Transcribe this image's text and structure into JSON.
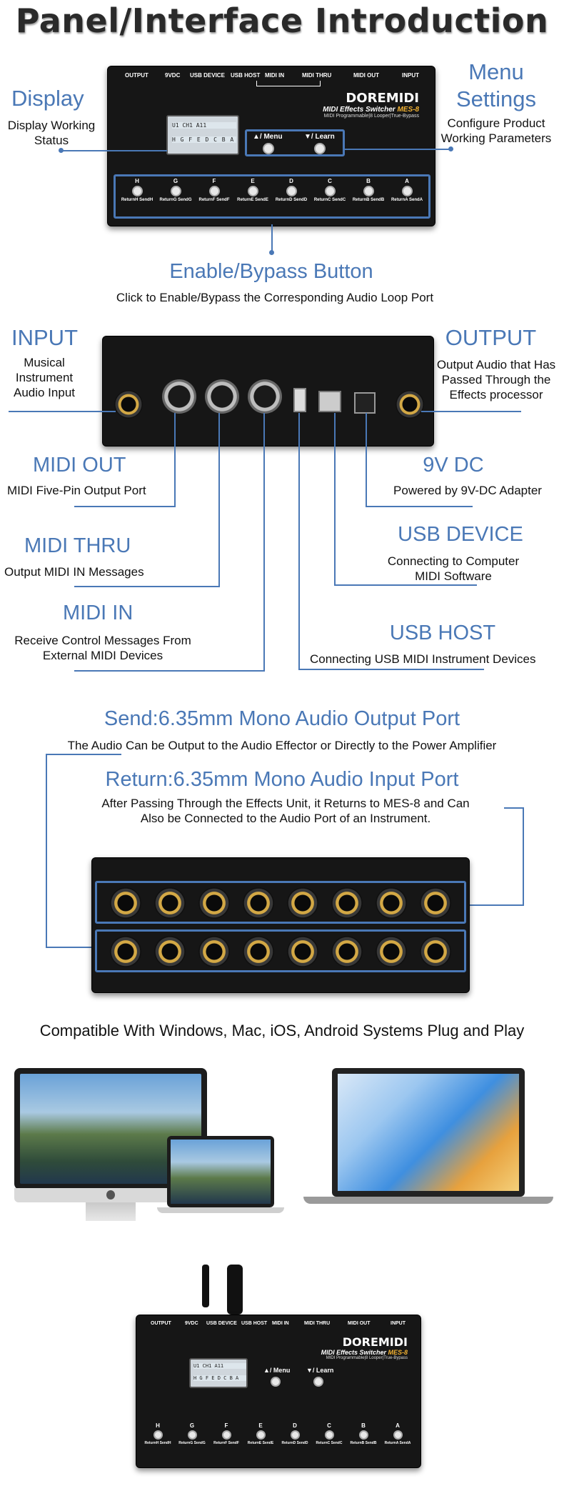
{
  "title": "Panel/Interface Introduction",
  "top_panel": {
    "ports": [
      "OUTPUT",
      "9VDC",
      "USB DEVICE",
      "USB HOST",
      "MIDI IN",
      "MIDI THRU",
      "MIDI OUT",
      "INPUT"
    ],
    "brand_logo": "DOREMIDI",
    "product_name": "MIDI Effects Switcher",
    "model": "MES-8",
    "features": "MIDI Programmable|8 Looper|True-Bypass",
    "screen_line1": "U1   CH1 A11",
    "screen_line2": "H G F E D C B A",
    "menu_label": "▲/ Menu",
    "learn_label": "▼/ Learn",
    "channels": [
      {
        "letter": "H",
        "label": "ReturnH SendH"
      },
      {
        "letter": "G",
        "label": "ReturnG SendG"
      },
      {
        "letter": "F",
        "label": "ReturnF SendF"
      },
      {
        "letter": "E",
        "label": "ReturnE SendE"
      },
      {
        "letter": "D",
        "label": "ReturnD SendD"
      },
      {
        "letter": "C",
        "label": "ReturnC SendC"
      },
      {
        "letter": "B",
        "label": "ReturnB SendB"
      },
      {
        "letter": "A",
        "label": "ReturnA SendA"
      }
    ]
  },
  "callouts": {
    "display_title": "Display",
    "display_desc": "Display Working Status",
    "menu_title": "Menu Settings",
    "menu_desc": "Configure Product Working Parameters",
    "bypass_title": "Enable/Bypass Button",
    "bypass_desc": "Click to Enable/Bypass the Corresponding Audio Loop Port"
  },
  "rear": {
    "input_title": "INPUT",
    "input_desc": "Musical Instrument Audio Input",
    "output_title": "OUTPUT",
    "output_desc": "Output Audio that Has Passed Through the Effects processor",
    "midi_out_title": "MIDI OUT",
    "midi_out_desc": "MIDI Five-Pin Output Port",
    "dc_title": "9V DC",
    "dc_desc": "Powered by 9V-DC Adapter",
    "midi_thru_title": "MIDI THRU",
    "midi_thru_desc": "Output MIDI IN Messages",
    "usb_device_title": "USB DEVICE",
    "usb_device_desc": "Connecting to Computer MIDI Software",
    "midi_in_title": "MIDI IN",
    "midi_in_desc": "Receive Control Messages From External MIDI Devices",
    "usb_host_title": "USB HOST",
    "usb_host_desc": "Connecting USB MIDI Instrument Devices"
  },
  "loops": {
    "send_title": "Send:6.35mm Mono Audio Output Port",
    "send_desc": "The Audio Can be Output to the Audio Effector or Directly to the Power Amplifier",
    "return_title": "Return:6.35mm Mono Audio Input Port",
    "return_desc": "After Passing Through the Effects Unit, it Returns to MES-8 and Can Also be Connected to the Audio Port of an Instrument."
  },
  "compat": {
    "text": "Compatible With Windows, Mac, iOS, Android Systems Plug and Play"
  },
  "colors": {
    "accent": "#4a78b6",
    "jack_gold": "#d3a845"
  }
}
